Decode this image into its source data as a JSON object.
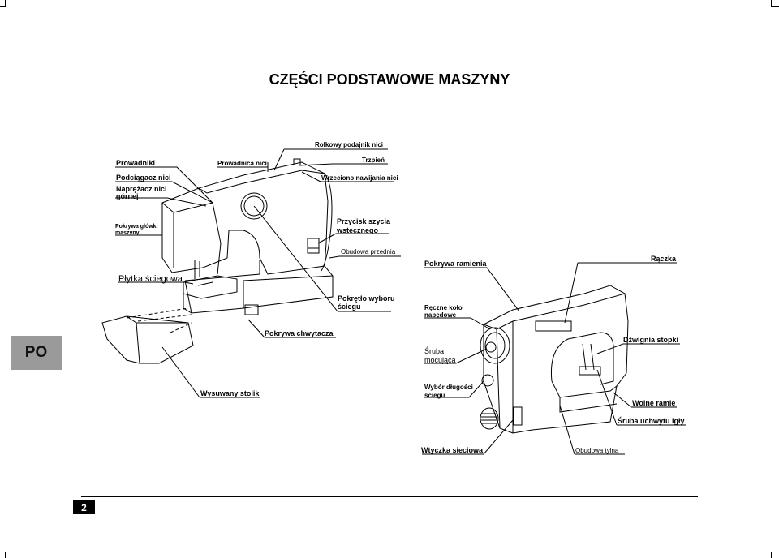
{
  "page": {
    "title": "CZĘŚCI PODSTAWOWE MASZYNY",
    "language_tab": "PO",
    "page_number": "2"
  },
  "left_machine_labels": {
    "prowadniki": "Prowadniki",
    "prowadnica_nici": "Prowadnica nici",
    "rolkowy_podajnik": "Rolkowy podajnik nici",
    "trzpien": "Trzpień",
    "podciagacz": "Podciągacz nici",
    "wrzeciono": "Wrzeciono nawijania nici",
    "naprezacz_line1": "Naprężacz nici",
    "naprezacz_line2": "górnej",
    "pokrywa_glowki_line1": "Pokrywa główki",
    "pokrywa_glowki_line2": "maszyny",
    "przycisk_line1": "Przycisk szycia",
    "przycisk_line2": "wstecznego",
    "obudowa_przednia": "Obudowa przednia",
    "plytka": "Płytka ściegowa",
    "pokretlo_line1": "Pokrętło wyboru",
    "pokretlo_line2": "ściegu",
    "pokrywa_chwytacza": "Pokrywa chwytacza",
    "wysuwany_stolik": "Wysuwany stolik"
  },
  "right_machine_labels": {
    "pokrywa_ramienia": "Pokrywa ramienia",
    "raczka": "Rączka",
    "reczne_kolo_line1": "Ręczne koło",
    "reczne_kolo_line2": "napędowe",
    "dzwignia": "Dźwignia stopki",
    "sruba_moc_line1": "Śruba",
    "sruba_moc_line2": "mocująca",
    "wybor_line1": "Wybór długości",
    "wybor_line2": "ściegu",
    "wolne_ramie": "Wolne ramie",
    "sruba_igly": "Śruba uchwytu igły",
    "wtyczka": "Wtyczka sieciowa",
    "obudowa_tylna": "Obudowa tylna"
  }
}
